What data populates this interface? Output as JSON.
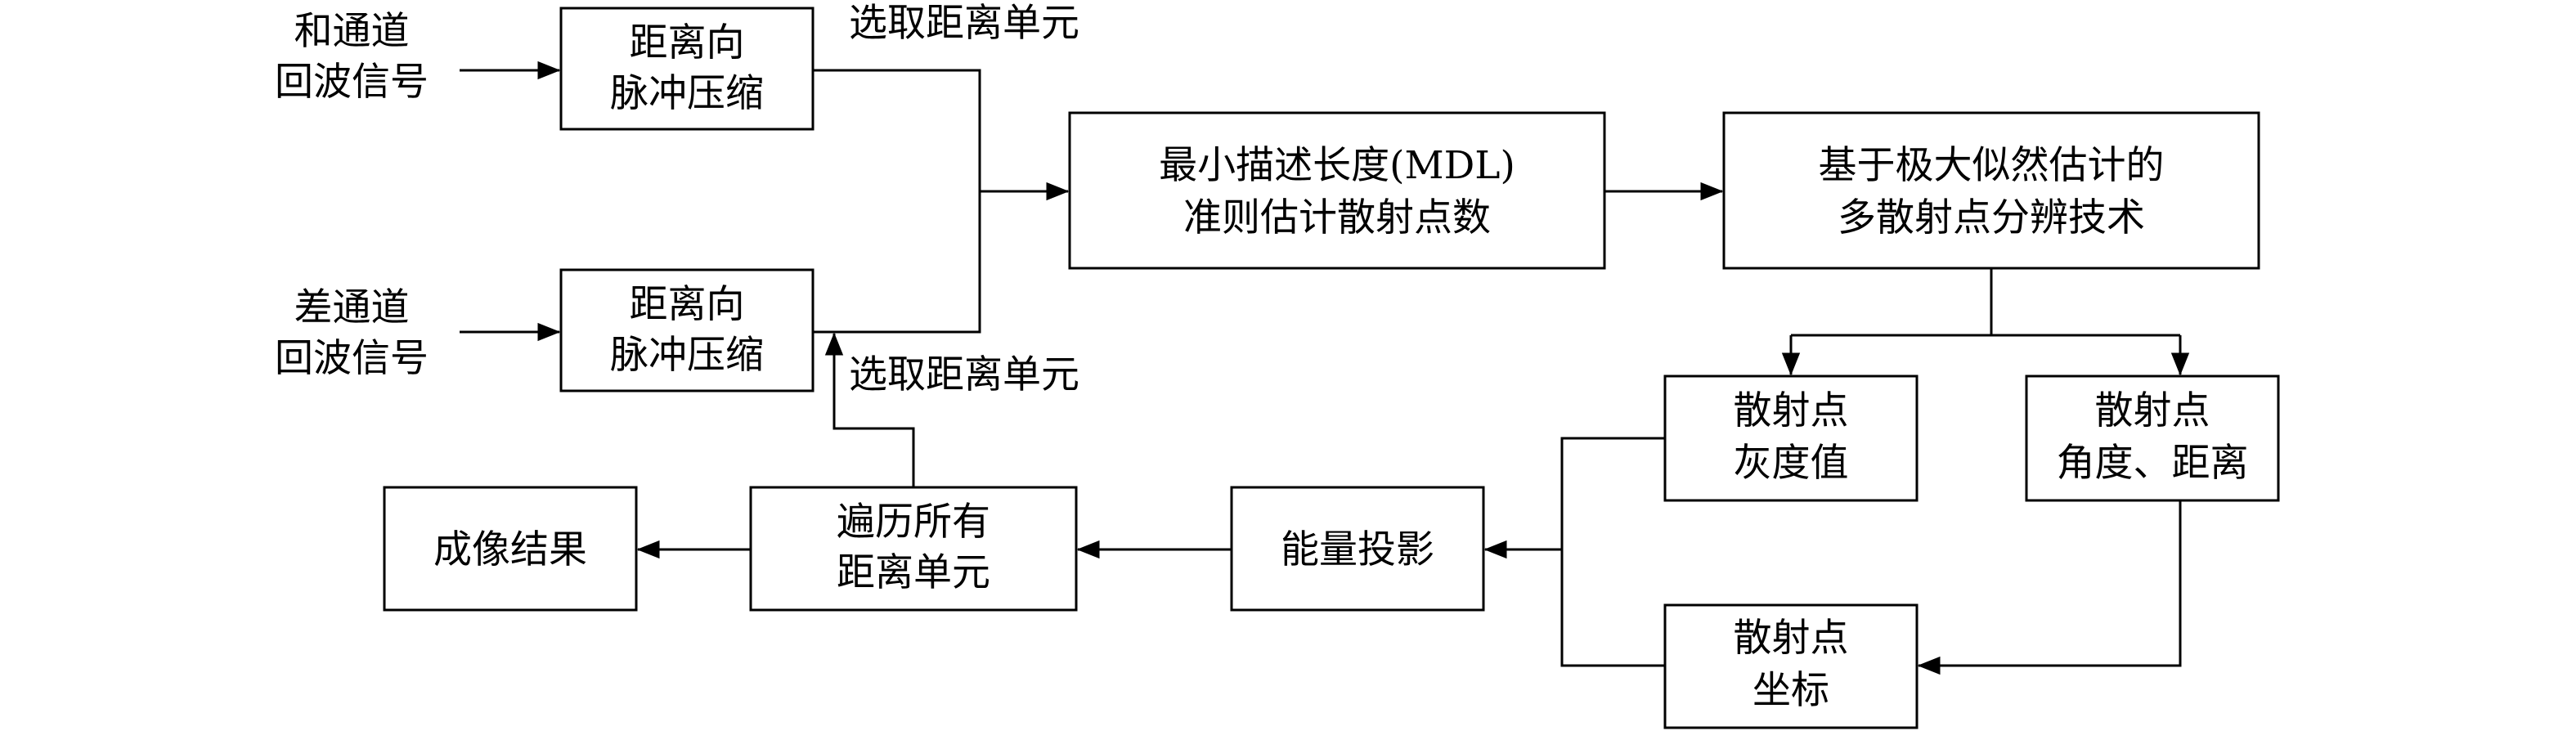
{
  "nodes": {
    "sum_input": [
      "和通道",
      "回波信号"
    ],
    "diff_input": [
      "差通道",
      "回波信号"
    ],
    "range_compress_top": [
      "距离向",
      "脉冲压缩"
    ],
    "range_compress_bottom": [
      "距离向",
      "脉冲压缩"
    ],
    "mdl": [
      "最小描述长度(MDL)",
      "准则估计散射点数"
    ],
    "ml_resolve": [
      "基于极大似然估计的",
      "多散射点分辨技术"
    ],
    "gray_value": [
      "散射点",
      "灰度值"
    ],
    "angle_range": [
      "散射点",
      "角度、距离"
    ],
    "coordinates": [
      "散射点",
      "坐标"
    ],
    "energy_projection": [
      "能量投影"
    ],
    "traverse_cells": [
      "遍历所有",
      "距离单元"
    ],
    "imaging_result": [
      "成像结果"
    ]
  },
  "edge_labels": {
    "select_top": "选取距离单元",
    "select_bottom": "选取距离单元"
  }
}
